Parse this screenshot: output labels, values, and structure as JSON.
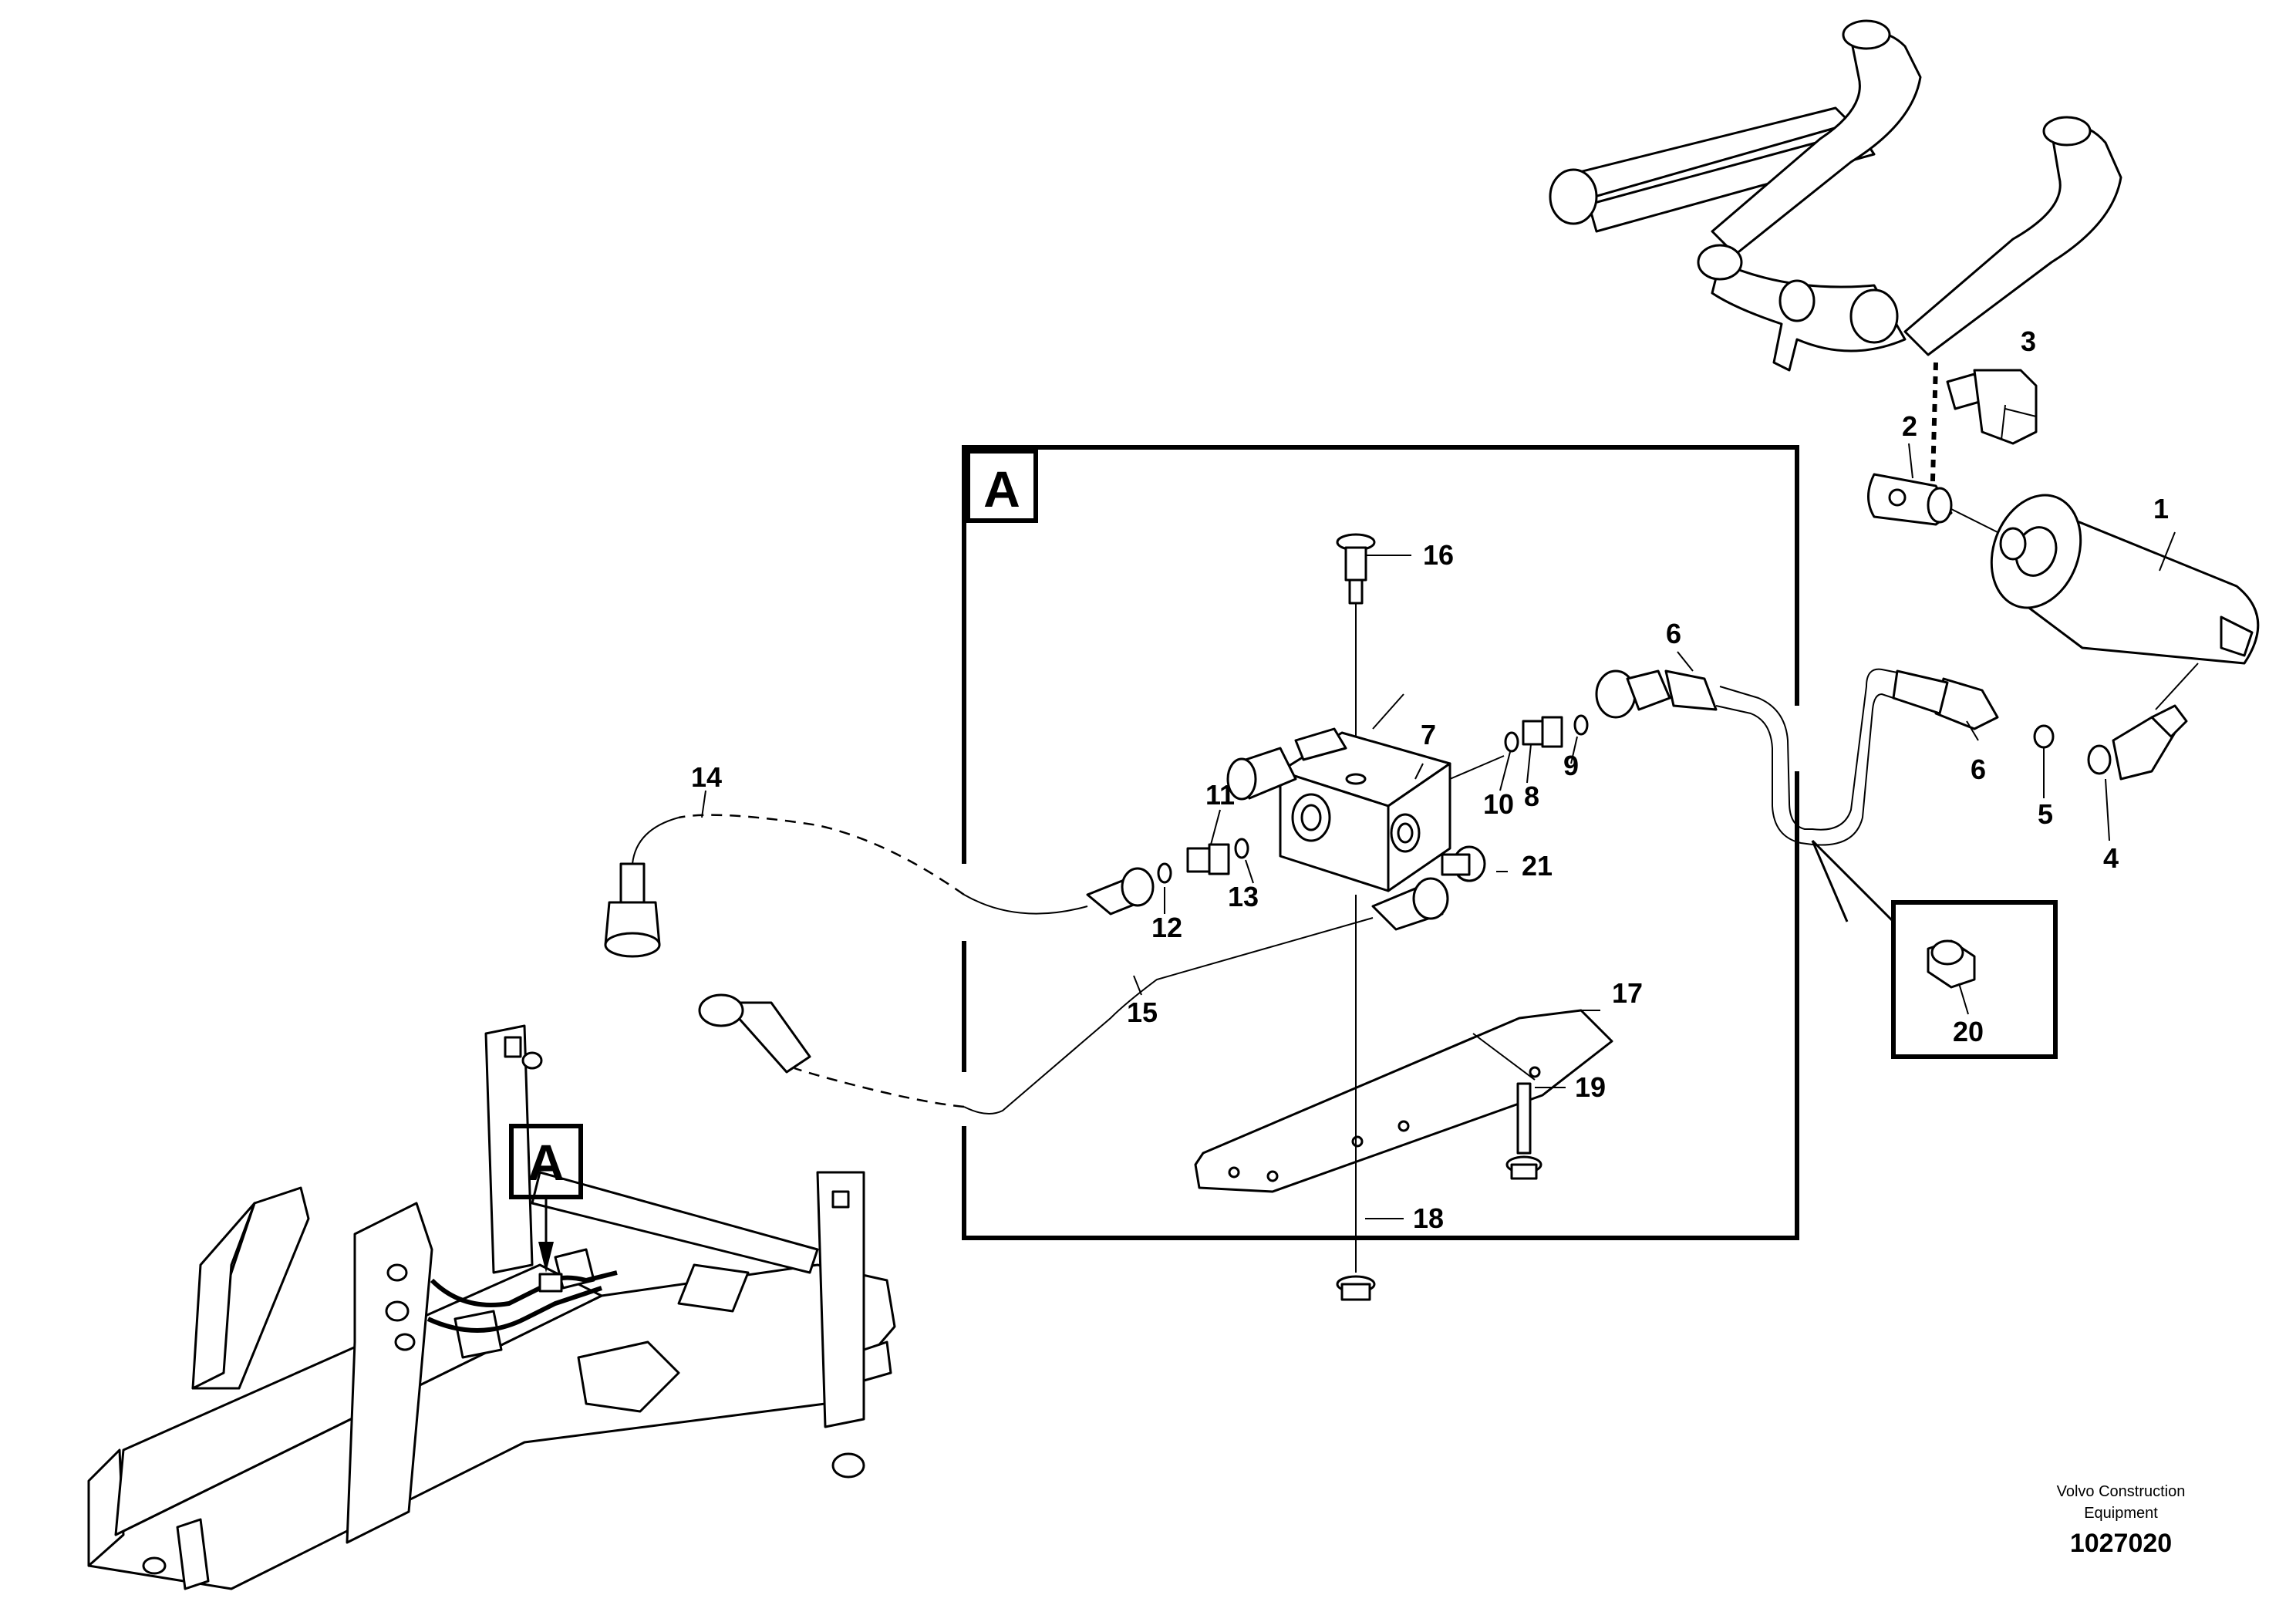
{
  "view_marker": "A",
  "detail_view_label": "A",
  "callouts": [
    "1",
    "2",
    "3",
    "4",
    "5",
    "6",
    "6",
    "7",
    "8",
    "9",
    "10",
    "11",
    "12",
    "13",
    "14",
    "15",
    "16",
    "17",
    "18",
    "19",
    "20",
    "21"
  ],
  "footer": {
    "company_line1": "Volvo Construction",
    "company_line2": "Equipment",
    "drawing_number": "1027020"
  }
}
